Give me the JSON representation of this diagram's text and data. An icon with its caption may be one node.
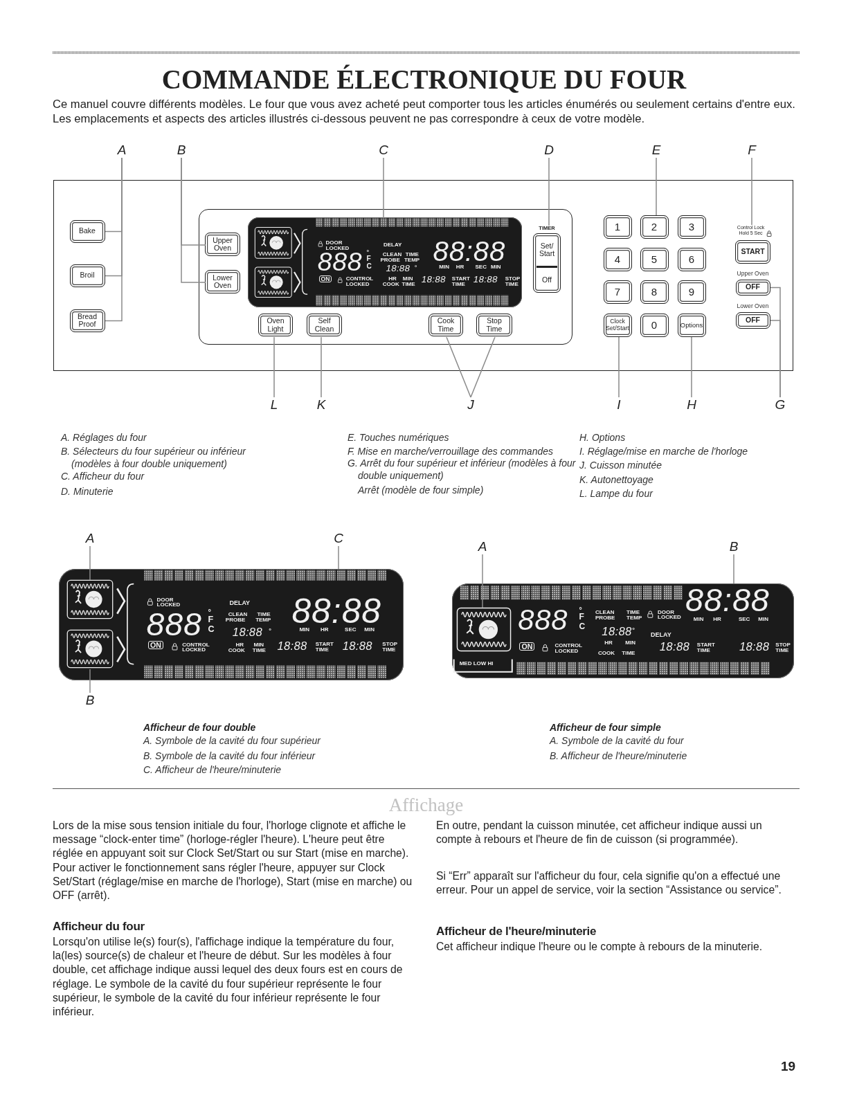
{
  "diagram": {
    "title": "COMMANDE ÉLECTRONIQUE DU FOUR",
    "nodes": [
      {
        "text": [
          "A"
        ]
      },
      {
        "text": [
          "B"
        ]
      },
      {
        "text": [
          "C"
        ]
      },
      {
        "text": [
          "D"
        ]
      },
      {
        "text": [
          "E"
        ]
      },
      {
        "text": [
          "F"
        ]
      },
      {
        "text": [],
        "shape": "box"
      },
      {
        "text": [],
        "shape": "box",
        "in": 6
      },
      {
        "text": [
          "Bake"
        ],
        "in": 6
      },
      {
        "text": [
          "Broil"
        ],
        "in": 6
      },
      {
        "text": [
          "Bread Proof"
        ],
        "in": 6
      },
      {
        "text": [
          "Upper Oven"
        ],
        "in": 7
      },
      {
        "text": [
          "Lower Oven"
        ],
        "in": 7
      },
      {
        "text": [
          "DOOR LOCKED",
          "888",
          "°",
          "F",
          "C",
          "DELAY",
          "CLEAN",
          "TIME",
          "PROBE",
          "TEMP",
          "18:88",
          "°",
          "HR",
          "MIN",
          "COOK",
          "TIME",
          "ON",
          "CONTROL LOCKED",
          "88:88",
          "MIN",
          "HR",
          "SEC",
          "MIN",
          "18:88",
          "START TIME",
          "18:88",
          "STOP TIME"
        ],
        "in": 7
      },
      {
        "text": [
          "TIMER",
          "Set/ Start",
          "Off"
        ],
        "in": 7
      },
      {
        "text": [
          "Oven Light"
        ],
        "in": 7
      },
      {
        "text": [
          "Self Clean"
        ],
        "in": 7
      },
      {
        "text": [
          "Cook Time"
        ],
        "in": 7
      },
      {
        "text": [
          "Stop Time"
        ],
        "in": 7
      },
      {
        "text": [
          "1"
        ],
        "in": 6
      },
      {
        "text": [
          "2"
        ],
        "in": 6
      },
      {
        "text": [
          "3"
        ],
        "in": 6
      },
      {
        "text": [
          "4"
        ],
        "in": 6
      },
      {
        "text": [
          "5"
        ],
        "in": 6
      },
      {
        "text": [
          "6"
        ],
        "in": 6
      },
      {
        "text": [
          "7"
        ],
        "in": 6
      },
      {
        "text": [
          "8"
        ],
        "in": 6
      },
      {
        "text": [
          "9"
        ],
        "in": 6
      },
      {
        "text": [
          "Clock Set/Start"
        ],
        "in": 6
      },
      {
        "text": [
          "0"
        ],
        "in": 6
      },
      {
        "text": [
          "Options"
        ],
        "in": 6
      },
      {
        "text": [
          "Control Lock Hold 5 Sec",
          "START"
        ],
        "in": 6
      },
      {
        "text": [
          "OFF"
        ],
        "beside": [
          "Upper Oven"
        ],
        "in": 6
      },
      {
        "text": [
          "OFF"
        ],
        "beside": [
          "Lower Oven"
        ],
        "in": 6
      },
      {
        "text": [
          "L"
        ]
      },
      {
        "text": [
          "K"
        ]
      },
      {
        "text": [
          "J"
        ]
      },
      {
        "text": [
          "I"
        ]
      },
      {
        "text": [
          "H"
        ]
      },
      {
        "text": [
          "G"
        ]
      },
      {
        "text": [
          "A"
        ]
      },
      {
        "text": [
          "C"
        ]
      },
      {
        "text": [
          "DOOR LOCKED",
          "888",
          "°",
          "F",
          "C",
          "DELAY",
          "CLEAN",
          "TIME",
          "PROBE",
          "TEMP",
          "18:88",
          "°",
          "HR",
          "MIN",
          "COOK",
          "TIME",
          "ON",
          "CONTROL LOCKED",
          "88:88",
          "MIN",
          "HR",
          "SEC",
          "MIN",
          "18:88",
          "START TIME",
          "18:88",
          "STOP TIME"
        ]
      },
      {
        "text": [],
        "shape": "picture",
        "in": 42
      },
      {
        "text": [],
        "shape": "picture",
        "in": 42
      },
      {
        "text": [
          "B"
        ]
      },
      {
        "text": [
          "A"
        ]
      },
      {
        "text": [
          "B"
        ]
      },
      {
        "text": [
          "888",
          "°",
          "F",
          "C",
          "CLEAN",
          "TIME",
          "PROBE",
          "TEMP",
          "DOOR LOCKED",
          "88:88",
          "MIN",
          "HR",
          "SEC",
          "MIN",
          "18:88",
          "°",
          "HR",
          "MIN",
          "DELAY",
          "ON",
          "CONTROL LOCKED",
          "COOK",
          "TIME",
          "18:88",
          "START TIME",
          "18:88",
          "STOP TIME",
          "MED LOW HI"
        ]
      },
      {
        "text": [],
        "shape": "picture",
        "in": 48
      }
    ],
    "edges": [
      {
        "from": 0,
        "to": 8,
        "arrow": "none"
      },
      {
        "from": 0,
        "to": 9,
        "arrow": "none"
      },
      {
        "from": 0,
        "to": 10,
        "arrow": "none"
      },
      {
        "from": 1,
        "to": 11,
        "arrow": "none"
      },
      {
        "from": 1,
        "to": 12,
        "arrow": "none"
      },
      {
        "from": 2,
        "to": 13,
        "arrow": "none"
      },
      {
        "from": 3,
        "to": 14,
        "arrow": "none"
      },
      {
        "from": 4,
        "to": 20,
        "arrow": "none"
      },
      {
        "from": 5,
        "to": 31,
        "arrow": "none"
      },
      {
        "from": 34,
        "to": 15,
        "arrow": "none"
      },
      {
        "from": 35,
        "to": 16,
        "arrow": "none"
      },
      {
        "from": 36,
        "to": 17,
        "arrow": "none"
      },
      {
        "from": 36,
        "to": 18,
        "arrow": "none"
      },
      {
        "from": 37,
        "to": 28,
        "arrow": "none"
      },
      {
        "from": 38,
        "to": 30,
        "arrow": "none"
      },
      {
        "from": 39,
        "to": 32,
        "arrow": "none"
      },
      {
        "from": 39,
        "to": 33,
        "arrow": "none"
      },
      {
        "from": 40,
        "to": 43,
        "arrow": "none"
      },
      {
        "from": 41,
        "to": 42,
        "arrow": "none"
      },
      {
        "from": 45,
        "to": 44,
        "arrow": "none"
      },
      {
        "from": 46,
        "to": 49,
        "arrow": "none"
      },
      {
        "from": 47,
        "to": 48,
        "arrow": "none"
      }
    ],
    "labels": [
      "Ce manuel couvre différents modèles. Le four que vous avez acheté peut comporter tous les articles énumérés ou seulement certains d'entre eux. Les emplacements et aspects des articles illustrés ci-dessous peuvent ne pas correspondre à ceux de votre modèle.",
      "A. Réglages du four",
      "B. Sélecteurs du four supérieur ou inférieur (modèles à four double uniquement)",
      "C. Afficheur du four",
      "D. Minuterie",
      "E. Touches numériques",
      "F. Mise en marche/verrouillage des commandes",
      "G. Arrêt du four supérieur et inférieur (modèles à four double uniquement)",
      "Arrêt (modèle de four simple)",
      "H. Options",
      "I. Réglage/mise en marche de l'horloge",
      "J. Cuisson minutée",
      "K. Autonettoyage",
      "L. Lampe du four",
      "Afficheur de four double",
      "A. Symbole de la cavité du four supérieur",
      "B. Symbole de la cavité du four inférieur",
      "C. Afficheur de l'heure/minuterie",
      "Afficheur de four simple",
      "A. Symbole de la cavité du four",
      "B. Afficheur de l'heure/minuterie",
      "Affichage",
      "Lors de la mise sous tension initiale du four, l'horloge clignote et affiche le message “clock-enter time” (horloge-régler l'heure). L'heure peut être réglée en appuyant soit sur Clock Set/Start ou sur Start (mise en marche). Pour activer le fonctionnement sans régler l'heure, appuyer sur Clock Set/Start (réglage/mise en marche de l'horloge), Start (mise en marche) ou OFF (arrêt).",
      "Afficheur du four",
      "Lorsqu'on utilise le(s) four(s), l'affichage indique la température du four, la(les) source(s) de chaleur et l'heure de début. Sur les modèles à four double, cet affichage indique aussi lequel des deux fours est en cours de réglage. Le symbole de la cavité du four supérieur représente le four supérieur, le symbole de la cavité du four inférieur représente le four inférieur.",
      "En outre, pendant la cuisson minutée, cet afficheur indique aussi un compte à rebours et l'heure de fin de cuisson (si programmée).",
      "Si “Err” apparaît sur l'afficheur du four, cela signifie qu'on a effectué une erreur. Pour un appel de service, voir la section “Assistance ou service”.",
      "Afficheur de l'heure/minuterie",
      "Cet afficheur indique l'heure ou le compte à rebours de la minuterie.",
      "19"
    ]
  }
}
